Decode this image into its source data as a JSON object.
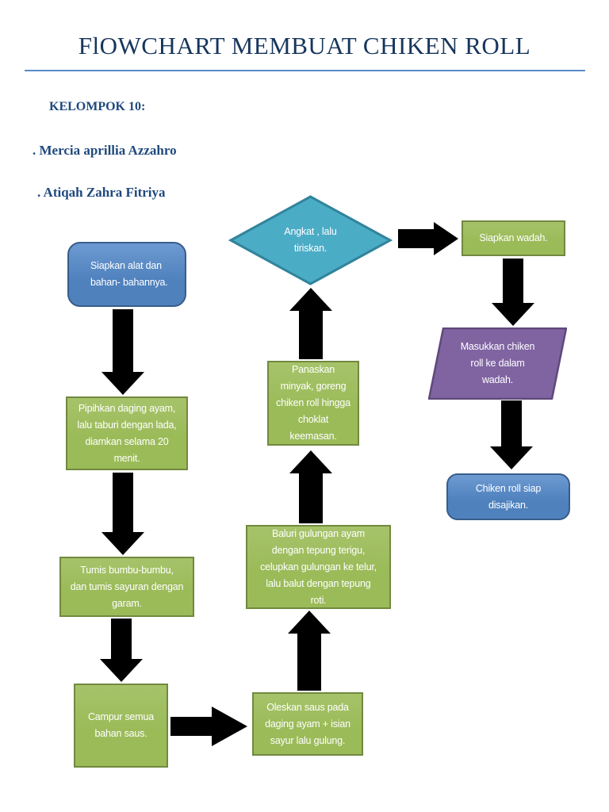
{
  "page": {
    "title": "FlOWCHART MEMBUAT CHIKEN ROLL",
    "group_heading": "KELOMPOK 10:",
    "members": [
      ". Mercia aprillia Azzahro",
      ". Atiqah Zahra Fitriya"
    ]
  },
  "colors": {
    "title_text": "#17365d",
    "heading_text": "#1f497d",
    "title_rule": "#5b8bc9",
    "node_green": "#9bbb59",
    "node_green_border": "#71893f",
    "node_blue": "#4f81bd",
    "node_blue_border": "#385d8a",
    "node_teal": "#4bacc6",
    "node_teal_border": "#31849b",
    "node_purple": "#8064a2",
    "node_purple_border": "#5f497a",
    "arrow": "#000000",
    "node_text": "#ffffff",
    "background": "#ffffff"
  },
  "flowchart": {
    "nodes": [
      {
        "id": "start",
        "shape": "rounded-rect",
        "color": "blue",
        "label": "Siapkan alat dan\nbahan- bahannya."
      },
      {
        "id": "pipihkan",
        "shape": "rect",
        "color": "green",
        "label": "Pipihkan daging ayam,\nlalu taburi dengan lada,\ndiamkan selama 20\nmenit."
      },
      {
        "id": "tumis",
        "shape": "rect",
        "color": "green",
        "label": "Tumis bumbu-bumbu,\ndan tumis sayuran dengan\ngaram."
      },
      {
        "id": "campur",
        "shape": "rect",
        "color": "green",
        "label": "Campur semua\nbahan saus."
      },
      {
        "id": "oleskan",
        "shape": "rect",
        "color": "green",
        "label": "Oleskan saus pada\ndaging ayam + isian\nsayur lalu gulung."
      },
      {
        "id": "baluri",
        "shape": "rect",
        "color": "green",
        "label": "Baluri gulungan ayam\ndengan tepung terigu,\ncelupkan gulungan ke telur,\nlalu balut dengan tepung\nroti."
      },
      {
        "id": "panaskan",
        "shape": "rect",
        "color": "green",
        "label": "Panaskan\nminyak, goreng\nchiken roll hingga\nchoklat\nkeemasan."
      },
      {
        "id": "angkat",
        "shape": "diamond",
        "color": "teal",
        "label": "Angkat , lalu\ntiriskan."
      },
      {
        "id": "siapkan-wadah",
        "shape": "rect",
        "color": "green",
        "label": "Siapkan wadah."
      },
      {
        "id": "masukkan",
        "shape": "parallelogram",
        "color": "purple",
        "label": "Masukkan chiken\nroll ke dalam\nwadah."
      },
      {
        "id": "selesai",
        "shape": "rounded-rect",
        "color": "blue",
        "label": "Chiken roll siap\ndisajikan."
      }
    ],
    "edges": [
      {
        "from": "start",
        "to": "pipihkan",
        "direction": "down"
      },
      {
        "from": "pipihkan",
        "to": "tumis",
        "direction": "down"
      },
      {
        "from": "tumis",
        "to": "campur",
        "direction": "down"
      },
      {
        "from": "campur",
        "to": "oleskan",
        "direction": "right"
      },
      {
        "from": "oleskan",
        "to": "baluri",
        "direction": "up"
      },
      {
        "from": "baluri",
        "to": "panaskan",
        "direction": "up"
      },
      {
        "from": "panaskan",
        "to": "angkat",
        "direction": "up"
      },
      {
        "from": "angkat",
        "to": "siapkan-wadah",
        "direction": "right"
      },
      {
        "from": "siapkan-wadah",
        "to": "masukkan",
        "direction": "down"
      },
      {
        "from": "masukkan",
        "to": "selesai",
        "direction": "down"
      }
    ]
  }
}
